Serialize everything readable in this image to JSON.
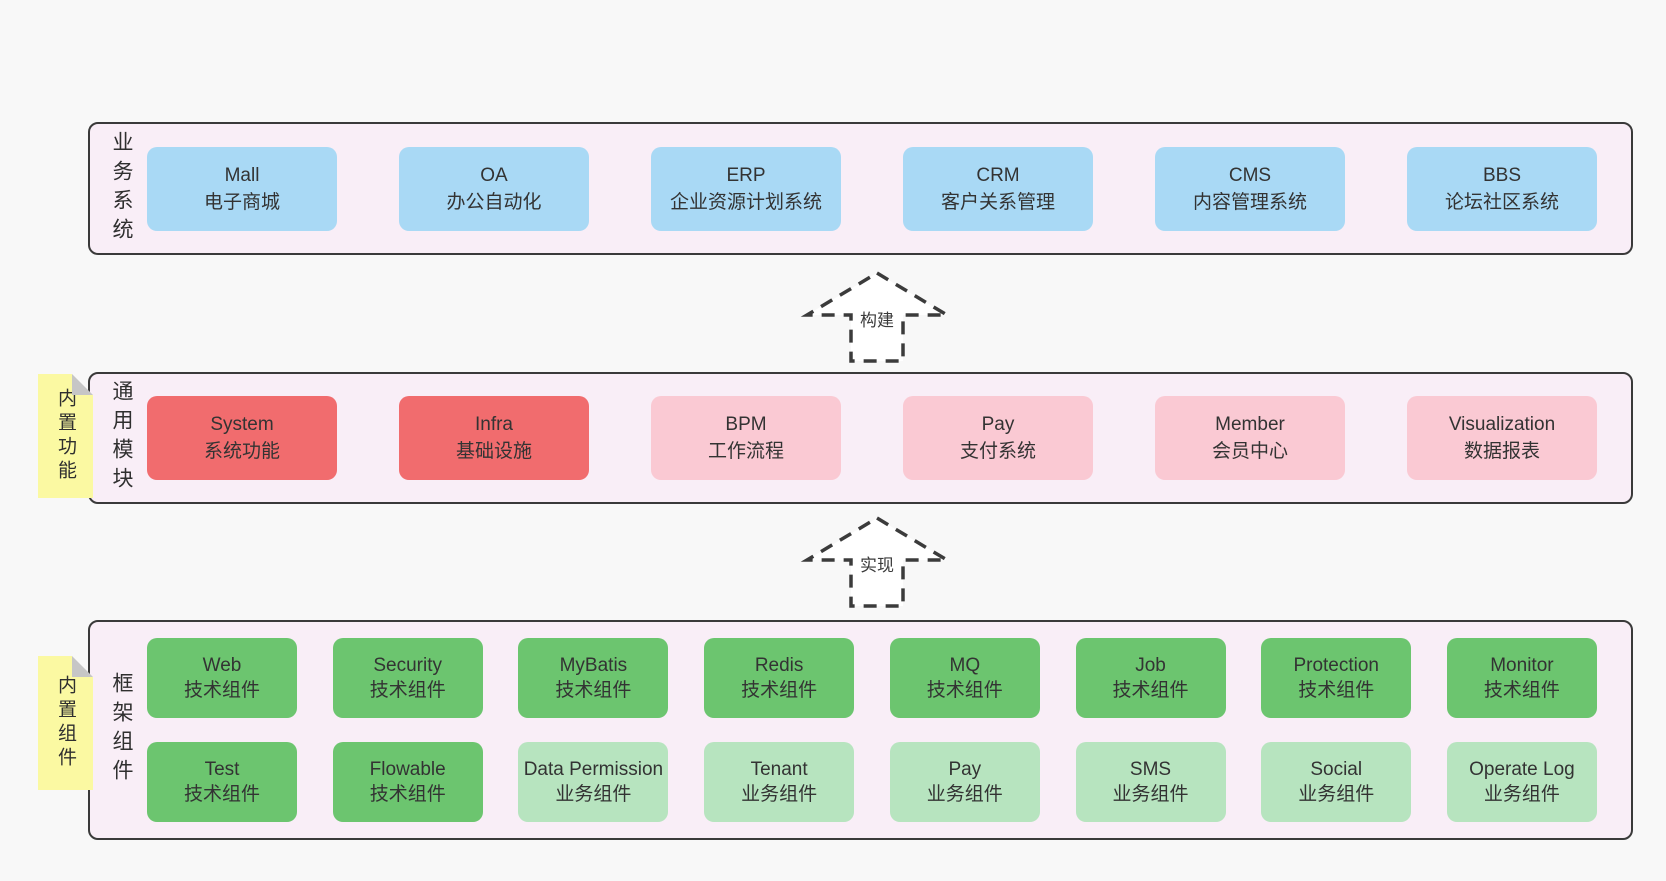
{
  "diagram": {
    "colors": {
      "page_bg": "#f8f8f8",
      "band_bg": "#f9eef7",
      "band_border": "#3a3a3a",
      "blue": "#a9d9f5",
      "red": "#f16c6e",
      "pink": "#fac9d3",
      "green": "#6cc56f",
      "light_green": "#b7e4bf",
      "sticky_yellow": "#fbf9a2",
      "sticky_fold": "#c6c6c6",
      "text": "#333333"
    },
    "arrows": [
      {
        "label": "构建"
      },
      {
        "label": "实现"
      }
    ],
    "bands": [
      {
        "label": "业务系统",
        "sticky": null,
        "rows": [
          [
            {
              "title": "Mall",
              "subtitle": "电子商城",
              "variant": "blue"
            },
            {
              "title": "OA",
              "subtitle": "办公自动化",
              "variant": "blue"
            },
            {
              "title": "ERP",
              "subtitle": "企业资源计划系统",
              "variant": "blue"
            },
            {
              "title": "CRM",
              "subtitle": "客户关系管理",
              "variant": "blue"
            },
            {
              "title": "CMS",
              "subtitle": "内容管理系统",
              "variant": "blue"
            },
            {
              "title": "BBS",
              "subtitle": "论坛社区系统",
              "variant": "blue"
            }
          ]
        ]
      },
      {
        "label": "通用模块",
        "sticky": "内置功能",
        "rows": [
          [
            {
              "title": "System",
              "subtitle": "系统功能",
              "variant": "red"
            },
            {
              "title": "Infra",
              "subtitle": "基础设施",
              "variant": "red"
            },
            {
              "title": "BPM",
              "subtitle": "工作流程",
              "variant": "pink"
            },
            {
              "title": "Pay",
              "subtitle": "支付系统",
              "variant": "pink"
            },
            {
              "title": "Member",
              "subtitle": "会员中心",
              "variant": "pink"
            },
            {
              "title": "Visualization",
              "subtitle": "数据报表",
              "variant": "pink"
            }
          ]
        ]
      },
      {
        "label": "框架组件",
        "sticky": "内置组件",
        "rows": [
          [
            {
              "title": "Web",
              "subtitle": "技术组件",
              "variant": "green"
            },
            {
              "title": "Security",
              "subtitle": "技术组件",
              "variant": "green"
            },
            {
              "title": "MyBatis",
              "subtitle": "技术组件",
              "variant": "green"
            },
            {
              "title": "Redis",
              "subtitle": "技术组件",
              "variant": "green"
            },
            {
              "title": "MQ",
              "subtitle": "技术组件",
              "variant": "green"
            },
            {
              "title": "Job",
              "subtitle": "技术组件",
              "variant": "green"
            },
            {
              "title": "Protection",
              "subtitle": "技术组件",
              "variant": "green"
            },
            {
              "title": "Monitor",
              "subtitle": "技术组件",
              "variant": "green"
            }
          ],
          [
            {
              "title": "Test",
              "subtitle": "技术组件",
              "variant": "green"
            },
            {
              "title": "Flowable",
              "subtitle": "技术组件",
              "variant": "green"
            },
            {
              "title": "Data Permission",
              "subtitle": "业务组件",
              "variant": "light-green"
            },
            {
              "title": "Tenant",
              "subtitle": "业务组件",
              "variant": "light-green"
            },
            {
              "title": "Pay",
              "subtitle": "业务组件",
              "variant": "light-green"
            },
            {
              "title": "SMS",
              "subtitle": "业务组件",
              "variant": "light-green"
            },
            {
              "title": "Social",
              "subtitle": "业务组件",
              "variant": "light-green"
            },
            {
              "title": "Operate Log",
              "subtitle": "业务组件",
              "variant": "light-green"
            }
          ]
        ]
      }
    ]
  }
}
